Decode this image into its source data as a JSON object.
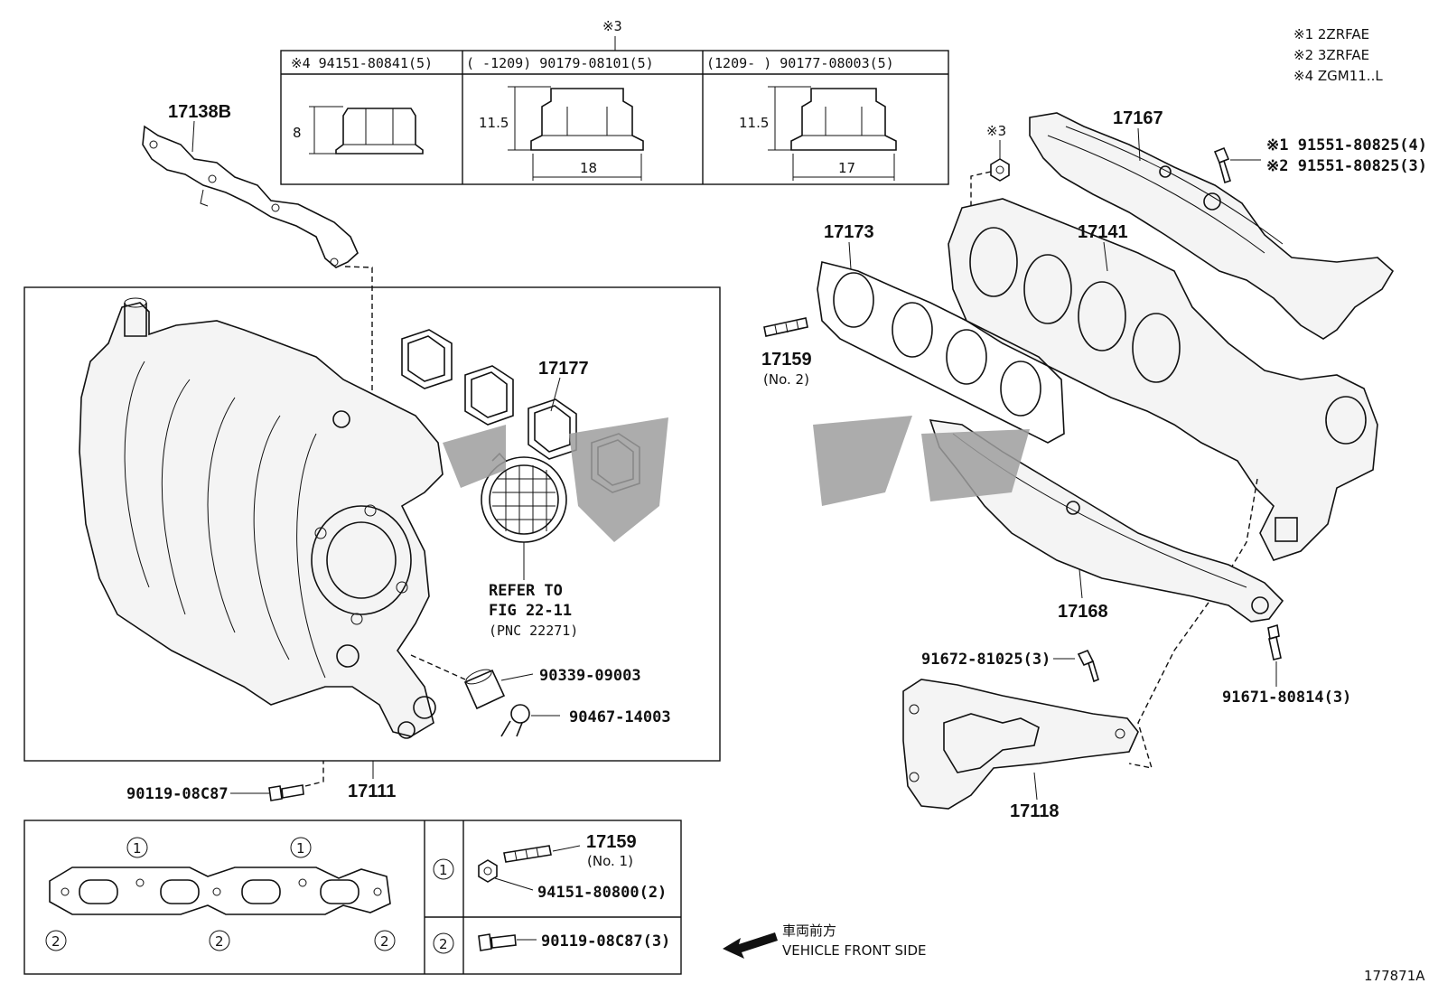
{
  "legend": {
    "note1": "※1 2ZRFAE",
    "note2": "※2 3ZRFAE",
    "note4": "※4 ZGM11..L"
  },
  "nut_table": {
    "header_mark": "※3",
    "col1_header": "※4 94151-80841(5)",
    "col2_header": "(      -1209) 90179-08101(5)",
    "col3_header": "(1209-      ) 90177-08003(5)",
    "col1_height": "8",
    "col2_height": "11.5",
    "col2_width": "18",
    "col3_height": "11.5",
    "col3_width": "17"
  },
  "labels": {
    "p17138B": "17138B",
    "p17177": "17177",
    "refer_line1": "REFER TO",
    "refer_line2": "FIG 22-11",
    "refer_line3": "(PNC 22271)",
    "p90339": "90339-09003",
    "p90467": "90467-14003",
    "p90119": "90119-08C87",
    "p17111": "17111",
    "p17167": "17167",
    "bolt1": "※1 91551-80825(4)",
    "bolt2": "※2 91551-80825(3)",
    "nut_mark": "※3",
    "p17173": "17173",
    "p17141": "17141",
    "p17159": "17159",
    "p17159_sub": "(No. 2)",
    "p17168": "17168",
    "p91672": "91672-81025(3)",
    "p91671": "91671-80814(3)",
    "p17118": "17118"
  },
  "detail": {
    "circle1": "1",
    "circle2": "2",
    "stud_no": "17159",
    "stud_sub": "(No. 1)",
    "nut_part": "94151-80800(2)",
    "bolt_part": "90119-08C87(3)"
  },
  "direction": {
    "jp": "車両前方",
    "en": "VEHICLE FRONT SIDE"
  },
  "figure_id": "177871A"
}
